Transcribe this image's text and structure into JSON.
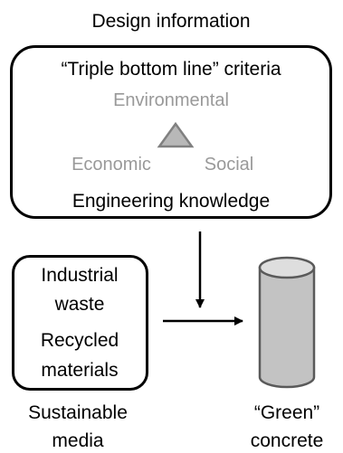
{
  "header": {
    "title": "Design information"
  },
  "design_box": {
    "criteria_label": "“Triple bottom line” criteria",
    "triangle": {
      "top": "Environmental",
      "left": "Economic",
      "right": "Social"
    },
    "engineering_label": "Engineering knowledge"
  },
  "media_box": {
    "line1": "Industrial",
    "line2": "waste",
    "line3": "Recycled",
    "line4": "materials"
  },
  "bottom_labels": {
    "sustainable_line1": "Sustainable",
    "sustainable_line2": "media",
    "green_line1": "“Green”",
    "green_line2": "concrete"
  },
  "colors": {
    "gray_text": "#999999",
    "triangle_fill": "#b8b8b8",
    "triangle_stroke": "#808080",
    "cylinder_fill": "#c3c3c3",
    "cylinder_top": "#dedede",
    "cylinder_stroke": "#5a5a5a"
  }
}
